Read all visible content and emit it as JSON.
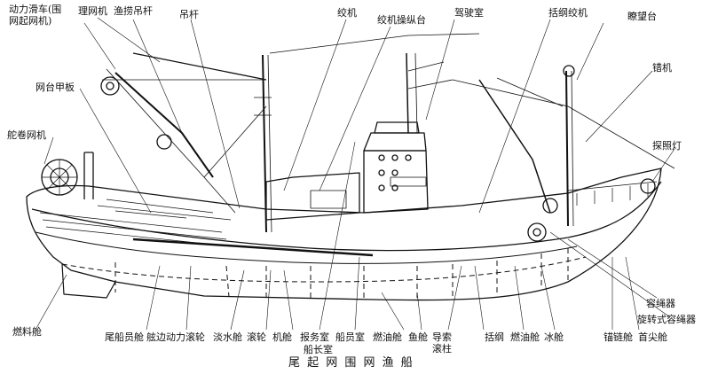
{
  "diagram": {
    "caption": "尾 起 网 围 网 渔 船",
    "labels": {
      "power_block": "动力滑车(围\n网起网机)",
      "net_handler": "理网机",
      "fishing_boom": "渔捞吊杆",
      "derrick": "吊杆",
      "winch": "绞机",
      "winch_console": "绞机操纵台",
      "wheelhouse": "驾驶室",
      "purse_winch": "括纲绞机",
      "lookout": "瞭望台",
      "anchor_winch": "错机",
      "net_deck": "网台甲板",
      "net_drum": "舵卷网机",
      "searchlight": "探照灯",
      "ring_container": "容绳器",
      "rotary_container": "旋转式容绳器",
      "fuel_tank": "燃料舱",
      "crew_quarters_aft": "尾船员舱",
      "side_roller": "舷边动力滚轮",
      "fresh_water": "淡水舱",
      "roller": "滚轮",
      "engine_room": "机舱",
      "radio_room": "报务室",
      "captain_room": "船长室",
      "crew_room": "船员室",
      "fuel_tank2": "燃油舱",
      "fish_hold": "鱼舱",
      "guide_roller": "导索\n滚柱",
      "purse_line": "括纲",
      "fuel_tank3": "燃油舱",
      "ice_hold": "冰舱",
      "chain_locker": "锚链舱",
      "fore_peak": "首尖舱"
    }
  }
}
